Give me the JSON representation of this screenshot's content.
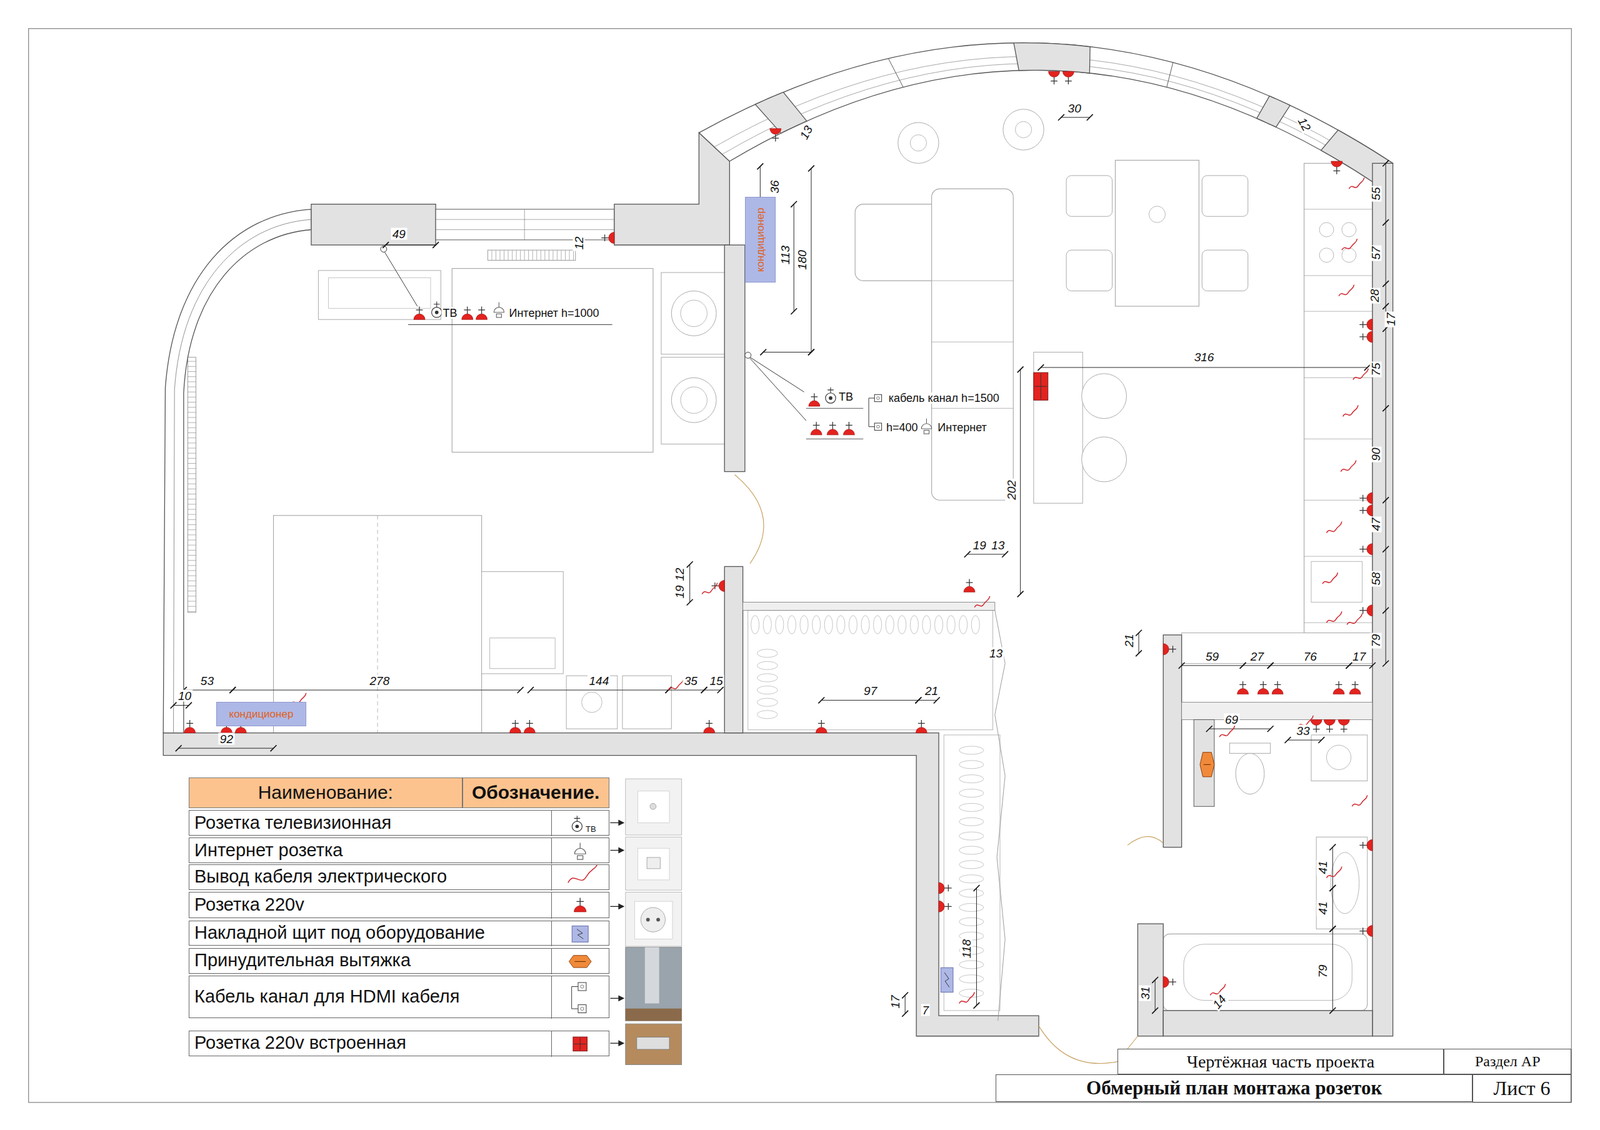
{
  "diagram": {
    "nodes": [
      {
        "text": [
          "кондиционер"
        ]
      },
      {
        "text": [
          "кондиционер"
        ]
      },
      {
        "text": [
          "Наименование:"
        ]
      },
      {
        "text": [
          "Обозначение."
        ]
      },
      {
        "text": [
          "Чертёжная часть проекта"
        ]
      },
      {
        "text": [
          "Раздел АР"
        ]
      },
      {
        "text": [
          "Обмерный план монтажа розеток"
        ]
      },
      {
        "text": [
          "Лист 6"
        ]
      }
    ],
    "labels": [
      "13",
      "30",
      "12",
      "36",
      "55",
      "49",
      "12",
      "113",
      "180",
      "57",
      "28",
      "17",
      "ТВ",
      "Интернет h=1000",
      "316",
      "75",
      "ТВ",
      "кабель канал h=1500",
      "h=400",
      "Интернет",
      "90",
      "202",
      "47",
      "19",
      "13",
      "12",
      "19",
      "58",
      "21",
      "13",
      "79",
      "59",
      "27",
      "76",
      "17",
      "53",
      "278",
      "144",
      "35",
      "15",
      "97",
      "21",
      "10",
      "69",
      "33",
      "92",
      "41",
      "41",
      "118",
      "79",
      "31",
      "14",
      "17",
      "7",
      "ТВ"
    ],
    "legend": [
      {
        "text": "Розетка телевизионная"
      },
      {
        "text": "Интернет розетка"
      },
      {
        "text": "Вывод кабеля электрического"
      },
      {
        "text": "Розетка 220v"
      },
      {
        "text": "Накладной щит под оборудование"
      },
      {
        "text": "Принудительная вытяжка"
      },
      {
        "text": "Кабель канал для HDMI кабеля"
      },
      {
        "text": "Розетка 220v встроенная"
      }
    ]
  }
}
